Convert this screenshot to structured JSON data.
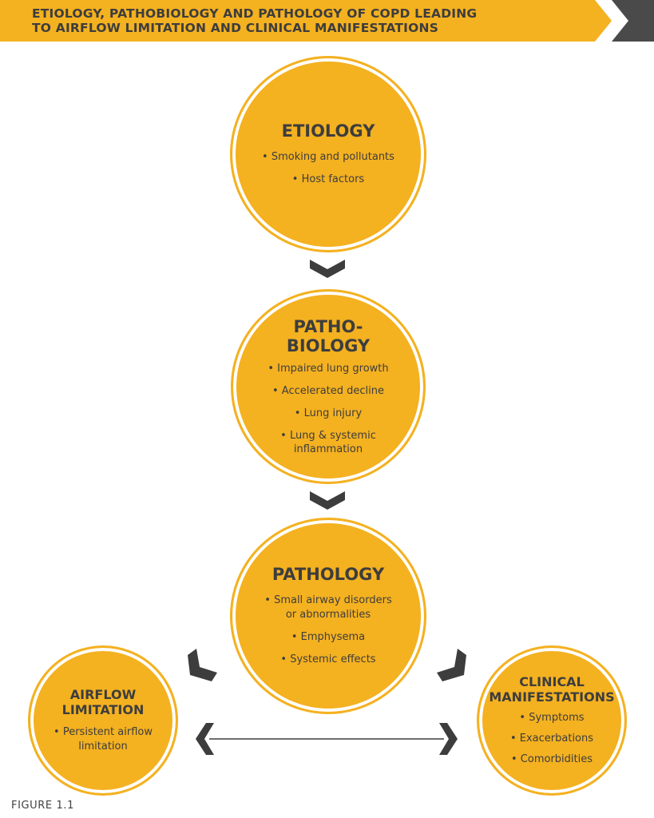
{
  "banner": {
    "title_line1": "ETIOLOGY, PATHOBIOLOGY AND PATHOLOGY OF COPD LEADING",
    "title_line2": "TO AIRFLOW LIMITATION AND CLINICAL MANIFESTATIONS"
  },
  "colors": {
    "accent": "#f4b120",
    "dark": "#3d3d3d"
  },
  "etiology": {
    "title": "ETIOLOGY",
    "items": [
      "Smoking and pollutants",
      "Host factors"
    ]
  },
  "pathobiology": {
    "title_line1": "PATHO-",
    "title_line2": "BIOLOGY",
    "items": [
      "Impaired lung growth",
      "Accelerated decline",
      "Lung injury",
      "Lung & systemic",
      "inflammation"
    ]
  },
  "pathology": {
    "title": "PATHOLOGY",
    "items": [
      "Small airway disorders",
      "or abnormalities",
      "Emphysema",
      "Systemic effects"
    ]
  },
  "airflow": {
    "title_line1": "AIRFLOW",
    "title_line2": "LIMITATION",
    "items": [
      "Persistent airflow",
      "limitation"
    ]
  },
  "clinical": {
    "title_line1": "CLINICAL",
    "title_line2": "MANIFESTATIONS",
    "items": [
      "Symptoms",
      "Exacerbations",
      "Comorbidities"
    ]
  },
  "figure_label": "FIGURE 1.1"
}
